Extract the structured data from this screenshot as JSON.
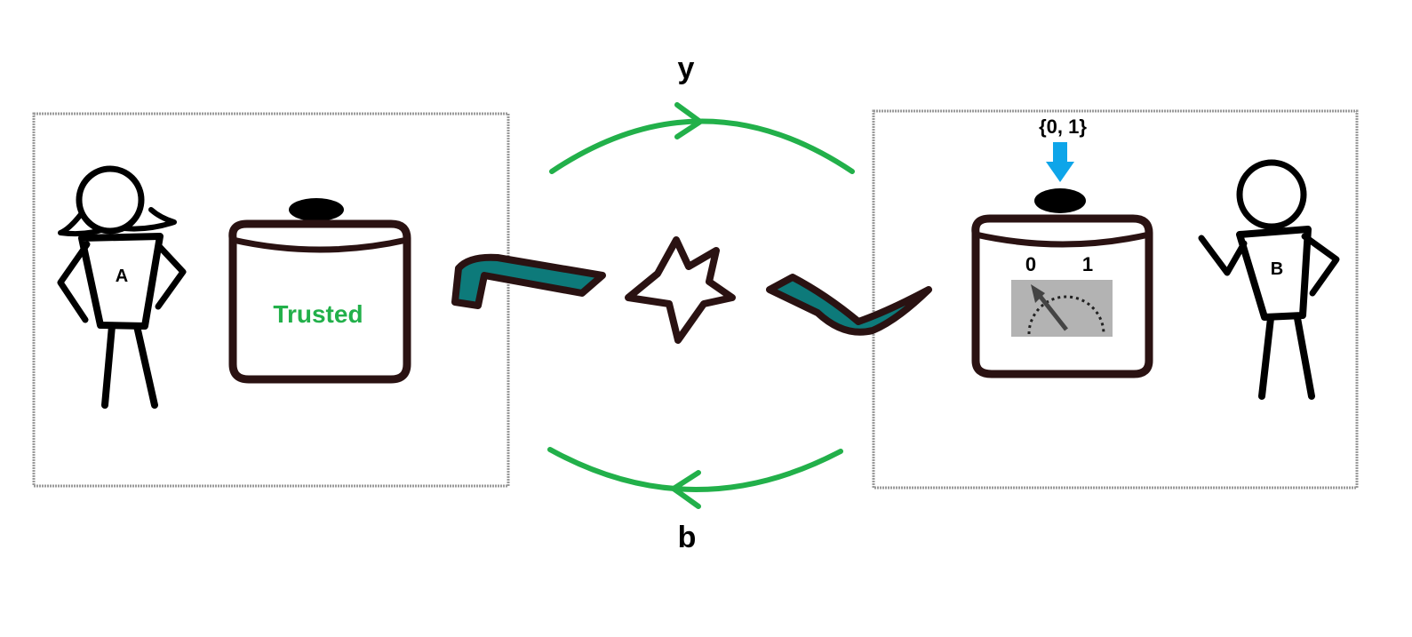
{
  "labels": {
    "top_arrow": "y",
    "bottom_arrow": "b",
    "left_person": "A",
    "right_person": "B",
    "left_device": "Trusted",
    "input_set": "{0, 1}",
    "meter_zero": "0",
    "meter_one": "1"
  },
  "colors": {
    "arrow": "#22b04a",
    "trusted_text": "#22b04a",
    "input_arrow": "#0ea5e9",
    "device_outline": "#2a1212",
    "channel_fill": "#0d7a7a",
    "frame": "#9a9a9a",
    "meter_panel": "#b3b3b3"
  },
  "icons": {
    "source": "star-icon",
    "person_left": "stick-figure-icon",
    "person_right": "stick-figure-icon"
  }
}
